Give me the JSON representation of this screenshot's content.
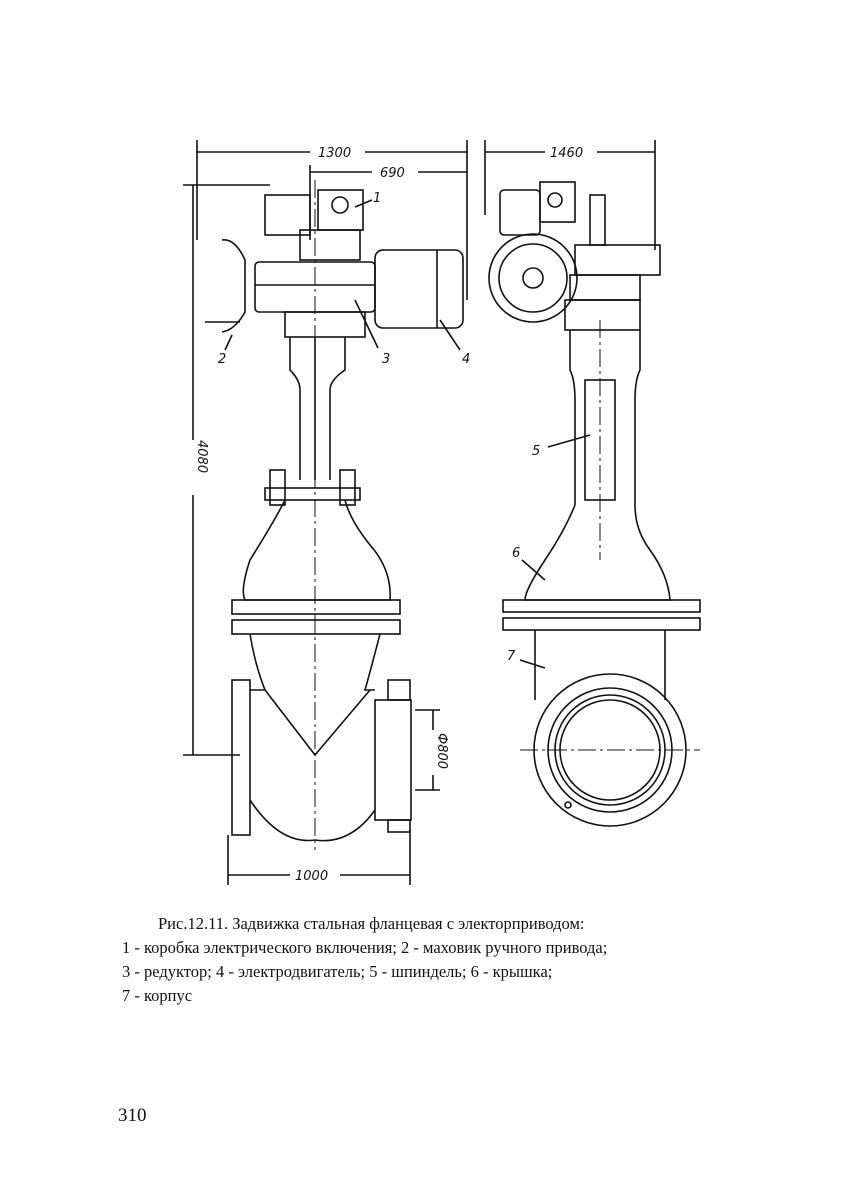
{
  "figure": {
    "dimensions": {
      "left_width": "1300",
      "left_offset": "690",
      "right_width": "1460",
      "height": "4080",
      "diameter": "Ф800",
      "base_width": "1000"
    },
    "callouts": {
      "c1": "1",
      "c2": "2",
      "c3": "3",
      "c4": "4",
      "c5": "5",
      "c6": "6",
      "c7a": "7",
      "c7b": "7"
    }
  },
  "caption": {
    "line1": "Рис.12.11. Задвижка стальная фланцевая с электорприводом:",
    "line2": "1 - коробка электрического включения; 2 - маховик ручного привода;",
    "line3": "3 - редуктор; 4 - электродвигатель; 5 - шпиндель; 6 - крышка;",
    "line4": "7 - корпус"
  },
  "page_number": "310"
}
